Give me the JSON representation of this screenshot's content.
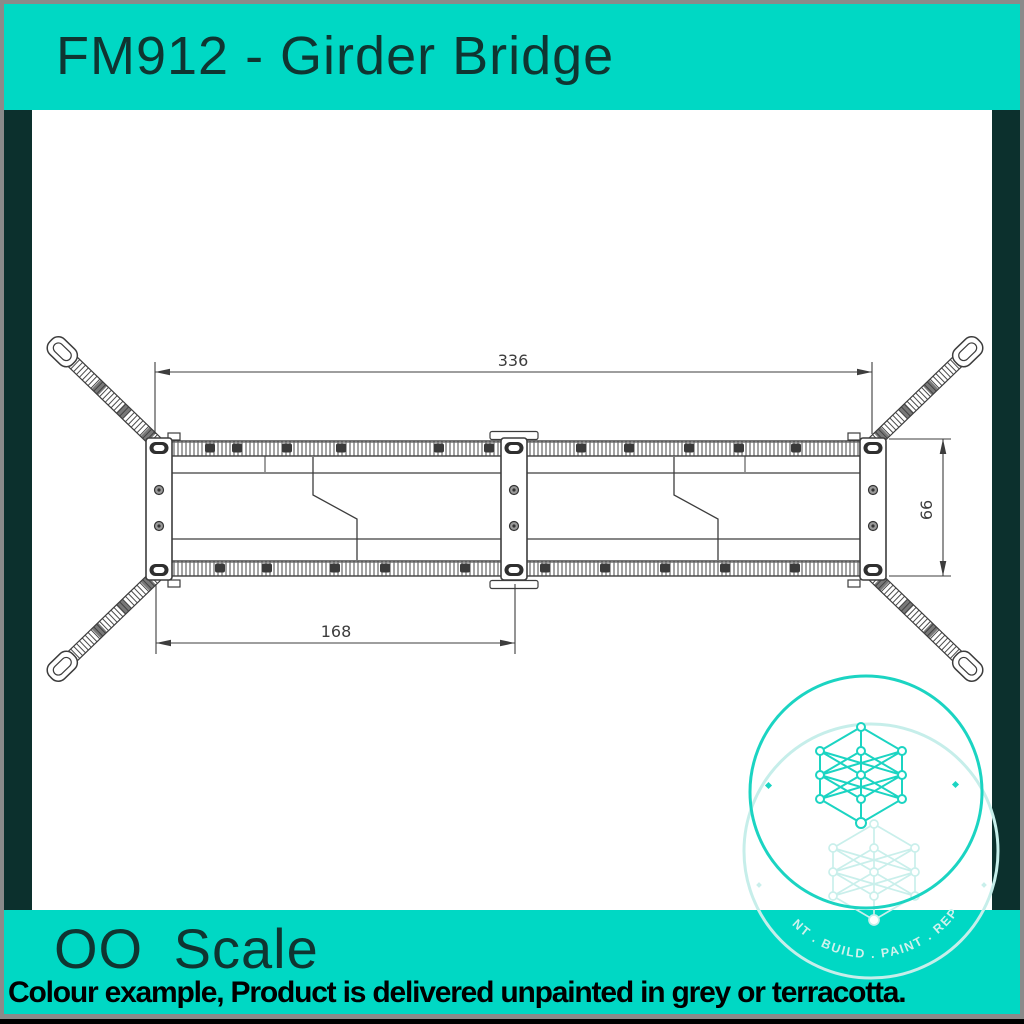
{
  "header": {
    "title": "FM912 - Girder Bridge"
  },
  "drawing": {
    "label": "girder bridge plan view",
    "dims": {
      "overall_length": "336",
      "span_length": "168",
      "deck_width": "66"
    }
  },
  "watermark": {
    "arc_text": "NT . BUILD . PAINT . REP"
  },
  "footer": {
    "scale_label": "OO Scale",
    "caption": "Colour example, Product is delivered unpainted in grey or terracotta."
  },
  "colors": {
    "teal_band": "#00d8c4",
    "dark_teal_bar": "#0c302d",
    "heading_text": "#0f3531",
    "drawing_line": "#3d3d3d",
    "watermark_strong": "#1bd4c2",
    "watermark_faint": "#c6eeea"
  }
}
